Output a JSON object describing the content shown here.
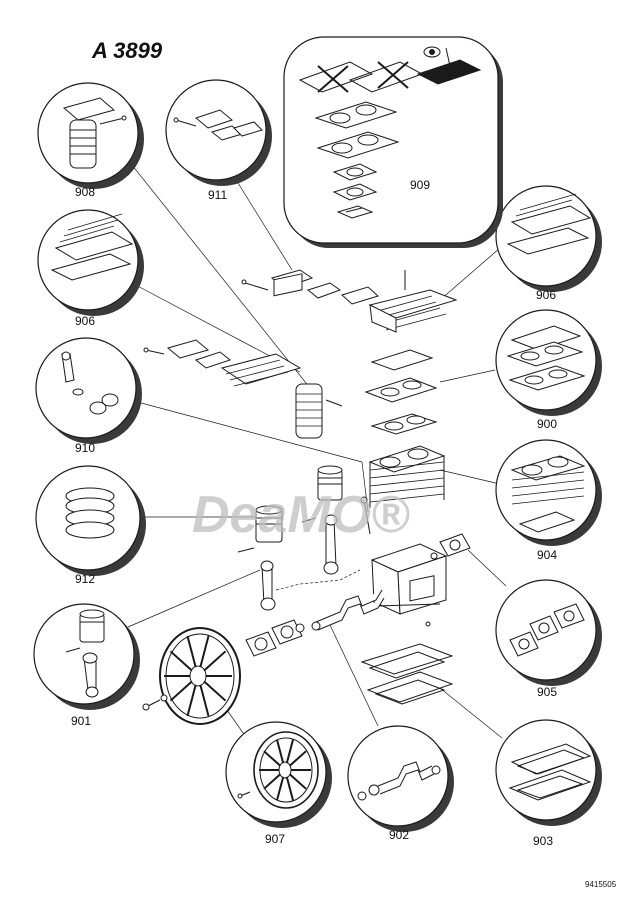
{
  "title": "A 3899",
  "doc_number": "9415505",
  "watermark": "DeaMO®",
  "colors": {
    "line": "#1a1a1a",
    "shadow": "#3a3a3a",
    "watermark": "#bdbdbd"
  },
  "callouts": [
    {
      "id": "908",
      "label": "908"
    },
    {
      "id": "911",
      "label": "911"
    },
    {
      "id": "909",
      "label": "909"
    },
    {
      "id": "906a",
      "label": "906"
    },
    {
      "id": "906b",
      "label": "906"
    },
    {
      "id": "910",
      "label": "910"
    },
    {
      "id": "900",
      "label": "900"
    },
    {
      "id": "904",
      "label": "904"
    },
    {
      "id": "912",
      "label": "912"
    },
    {
      "id": "905",
      "label": "905"
    },
    {
      "id": "901",
      "label": "901"
    },
    {
      "id": "903",
      "label": "903"
    },
    {
      "id": "907",
      "label": "907"
    },
    {
      "id": "902",
      "label": "902"
    }
  ]
}
